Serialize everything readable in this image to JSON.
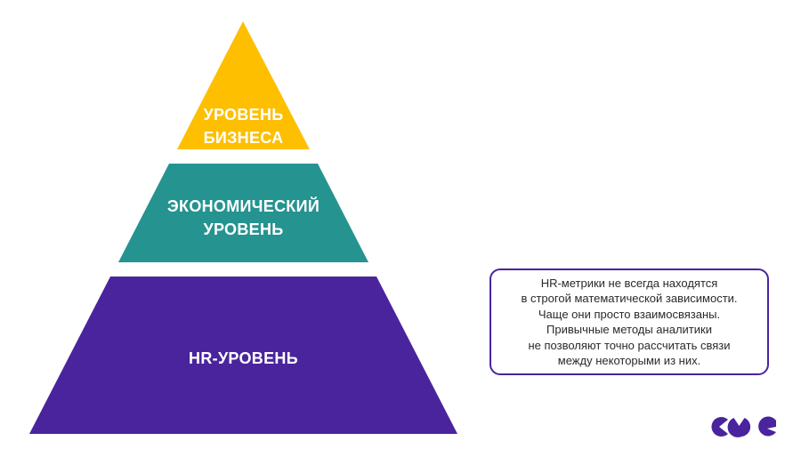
{
  "pyramid": {
    "levels": [
      {
        "line1": "УРОВЕНЬ",
        "line2": "БИЗНЕСА",
        "color": "#fdbf00"
      },
      {
        "line1": "ЭКОНОМИЧЕСКИЙ",
        "line2": "УРОВЕНЬ",
        "color": "#259390"
      },
      {
        "line1": "HR-УРОВЕНЬ",
        "color": "#4a249d"
      }
    ]
  },
  "note": {
    "lines": [
      "HR-метрики не всегда находятся",
      "в строгой математической зависимости.",
      "Чаще они просто взаимосвязаны.",
      "Привычные методы аналитики",
      "не позволяют точно рассчитать связи",
      "между некоторыми из них."
    ],
    "border_color": "#4a249d"
  },
  "logo": {
    "name": "CUG logo",
    "color": "#4a249d"
  }
}
